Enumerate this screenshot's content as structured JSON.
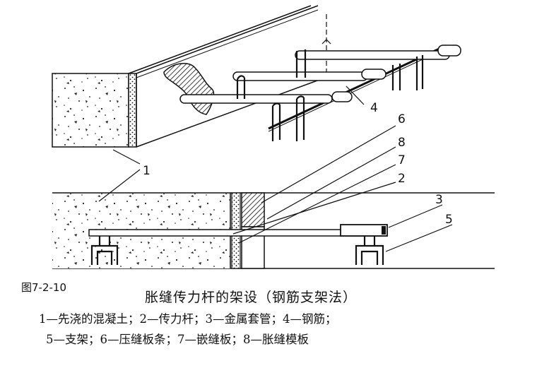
{
  "figure": {
    "number": "图7-2-10",
    "title": "胀缝传力杆的架设（钢筋支架法）",
    "legend_line1": "1—先浇的混凝土；2—传力杆；3—金属套管；4—钢筋；",
    "legend_line2": "5—支架；6—压缝板条；7—嵌缝板；8—胀缝模板"
  },
  "callouts": {
    "c1": "1",
    "c2": "2",
    "c3": "3",
    "c4": "4",
    "c5": "5",
    "c6": "6",
    "c7": "7",
    "c8": "8"
  }
}
